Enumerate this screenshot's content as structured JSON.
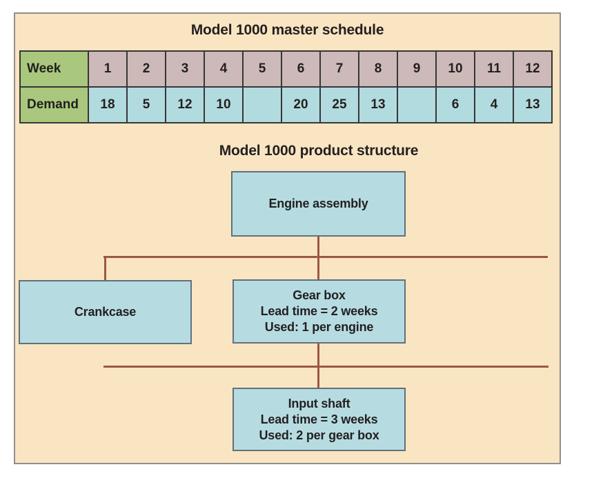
{
  "colors": {
    "canvas-bg": "#ffffff",
    "panel-bg": "#f9e5c2",
    "panel-border": "#8e8e8c",
    "table-border": "#363636",
    "header-cell-bg": "#a9c87d",
    "week-cell-bg": "#cdb9b7",
    "demand-cell-bg": "#b2dbdf",
    "box-bg": "#b6dce2",
    "box-border": "#60707a",
    "connector": "#9c5743",
    "text": "#231f20"
  },
  "master_schedule": {
    "title": "Model 1000 master schedule",
    "row_headers": {
      "week": "Week",
      "demand": "Demand"
    },
    "weeks": [
      "1",
      "2",
      "3",
      "4",
      "5",
      "6",
      "7",
      "8",
      "9",
      "10",
      "11",
      "12"
    ],
    "demand": [
      "18",
      "5",
      "12",
      "10",
      "",
      "20",
      "25",
      "13",
      "",
      "6",
      "4",
      "13"
    ]
  },
  "product_structure": {
    "title": "Model 1000 product structure",
    "engine_assembly": {
      "label": "Engine assembly"
    },
    "crankcase": {
      "label": "Crankcase"
    },
    "gear_box": {
      "lines": [
        "Gear box",
        "Lead time = 2 weeks",
        "Used: 1 per engine"
      ]
    },
    "input_shaft": {
      "lines": [
        "Input shaft",
        "Lead time = 3 weeks",
        "Used: 2 per gear box"
      ]
    }
  }
}
